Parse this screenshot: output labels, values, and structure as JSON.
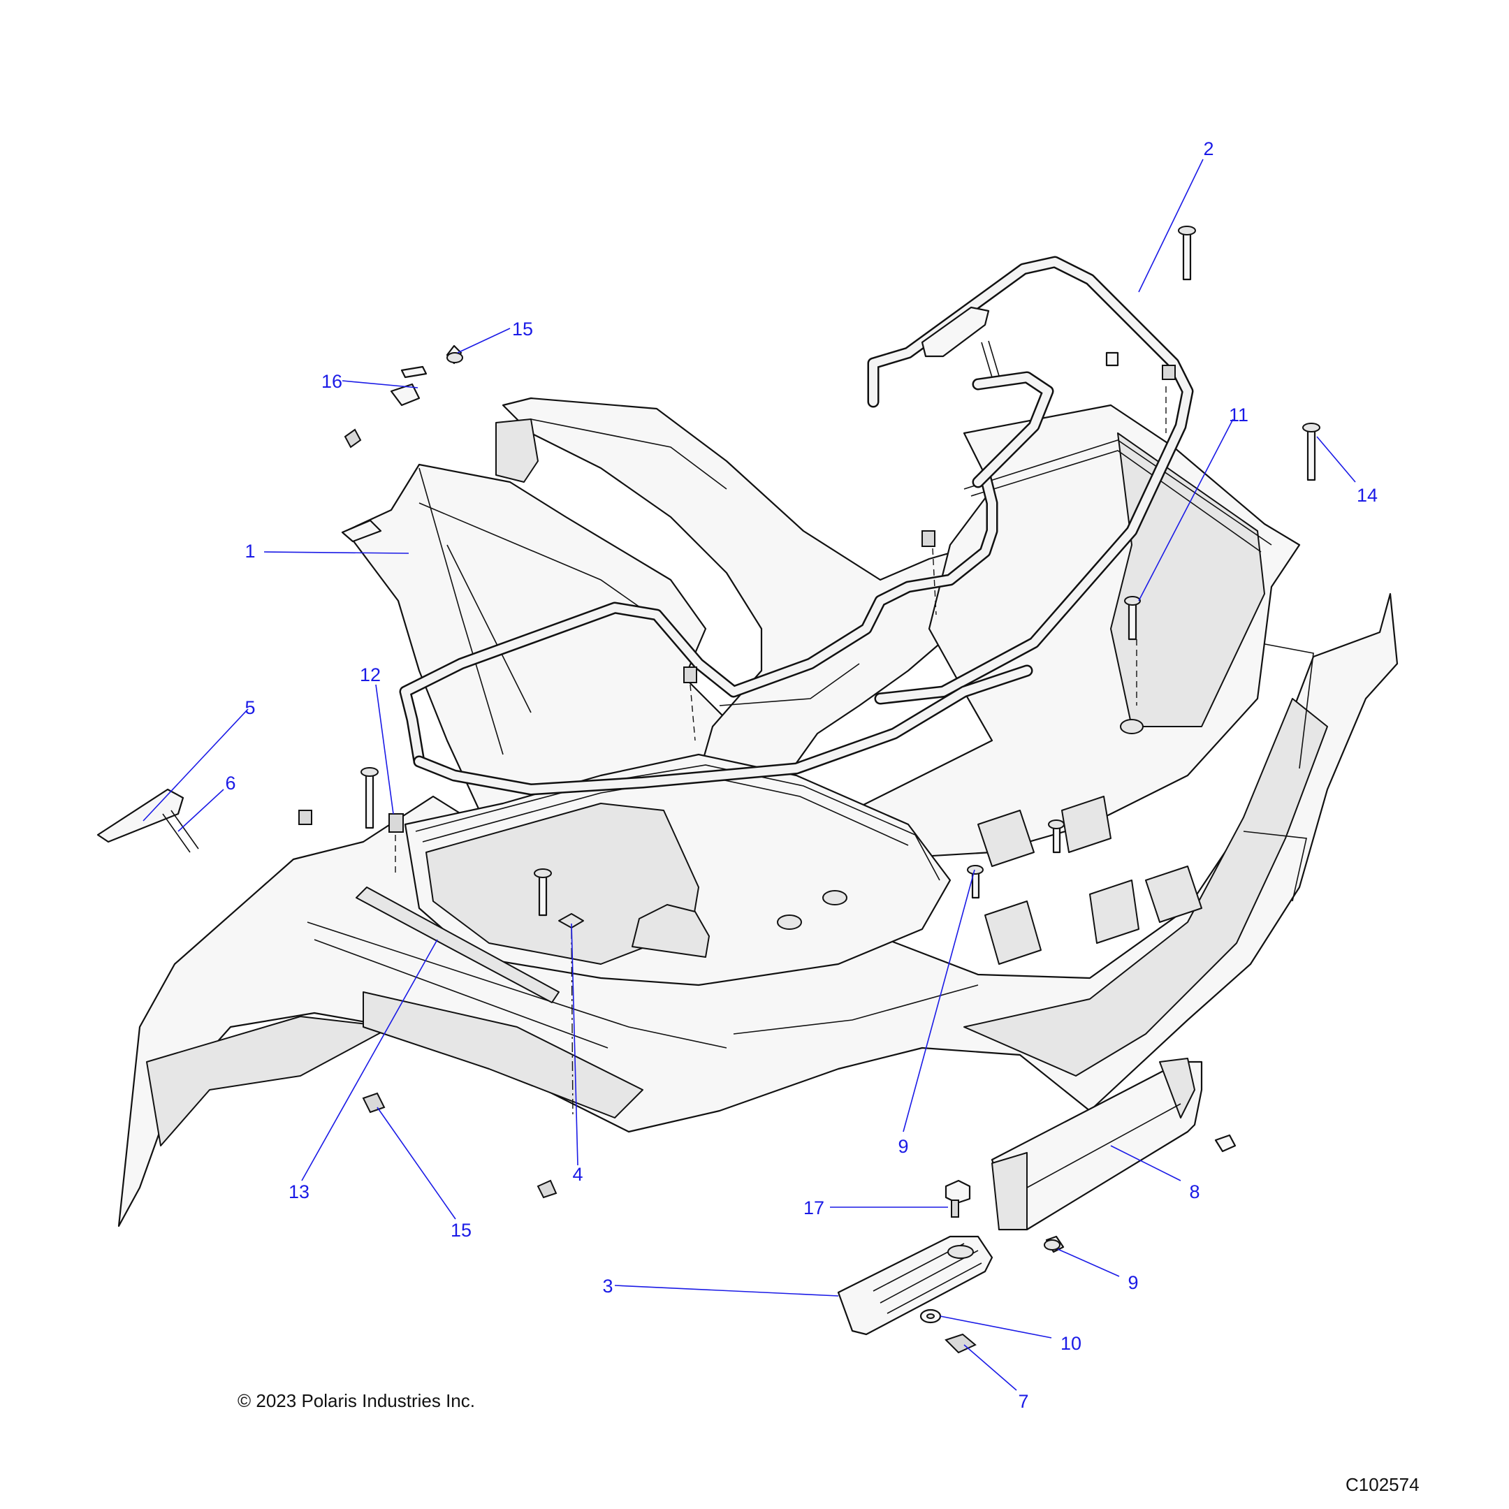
{
  "copyright": "© 2023 Polaris Industries Inc.",
  "figure_id": "C102574",
  "callouts": {
    "c1": "1",
    "c2": "2",
    "c3": "3",
    "c4": "4",
    "c5": "5",
    "c6": "6",
    "c7": "7",
    "c8": "8",
    "c9a": "9",
    "c9b": "9",
    "c10": "10",
    "c11": "11",
    "c12": "12",
    "c13": "13",
    "c14": "14",
    "c15a": "15",
    "c15b": "15",
    "c16": "16",
    "c17": "17"
  },
  "colors": {
    "callout": "#1a1ae6",
    "linework": "#111111",
    "fill": "#f7f7f7"
  }
}
